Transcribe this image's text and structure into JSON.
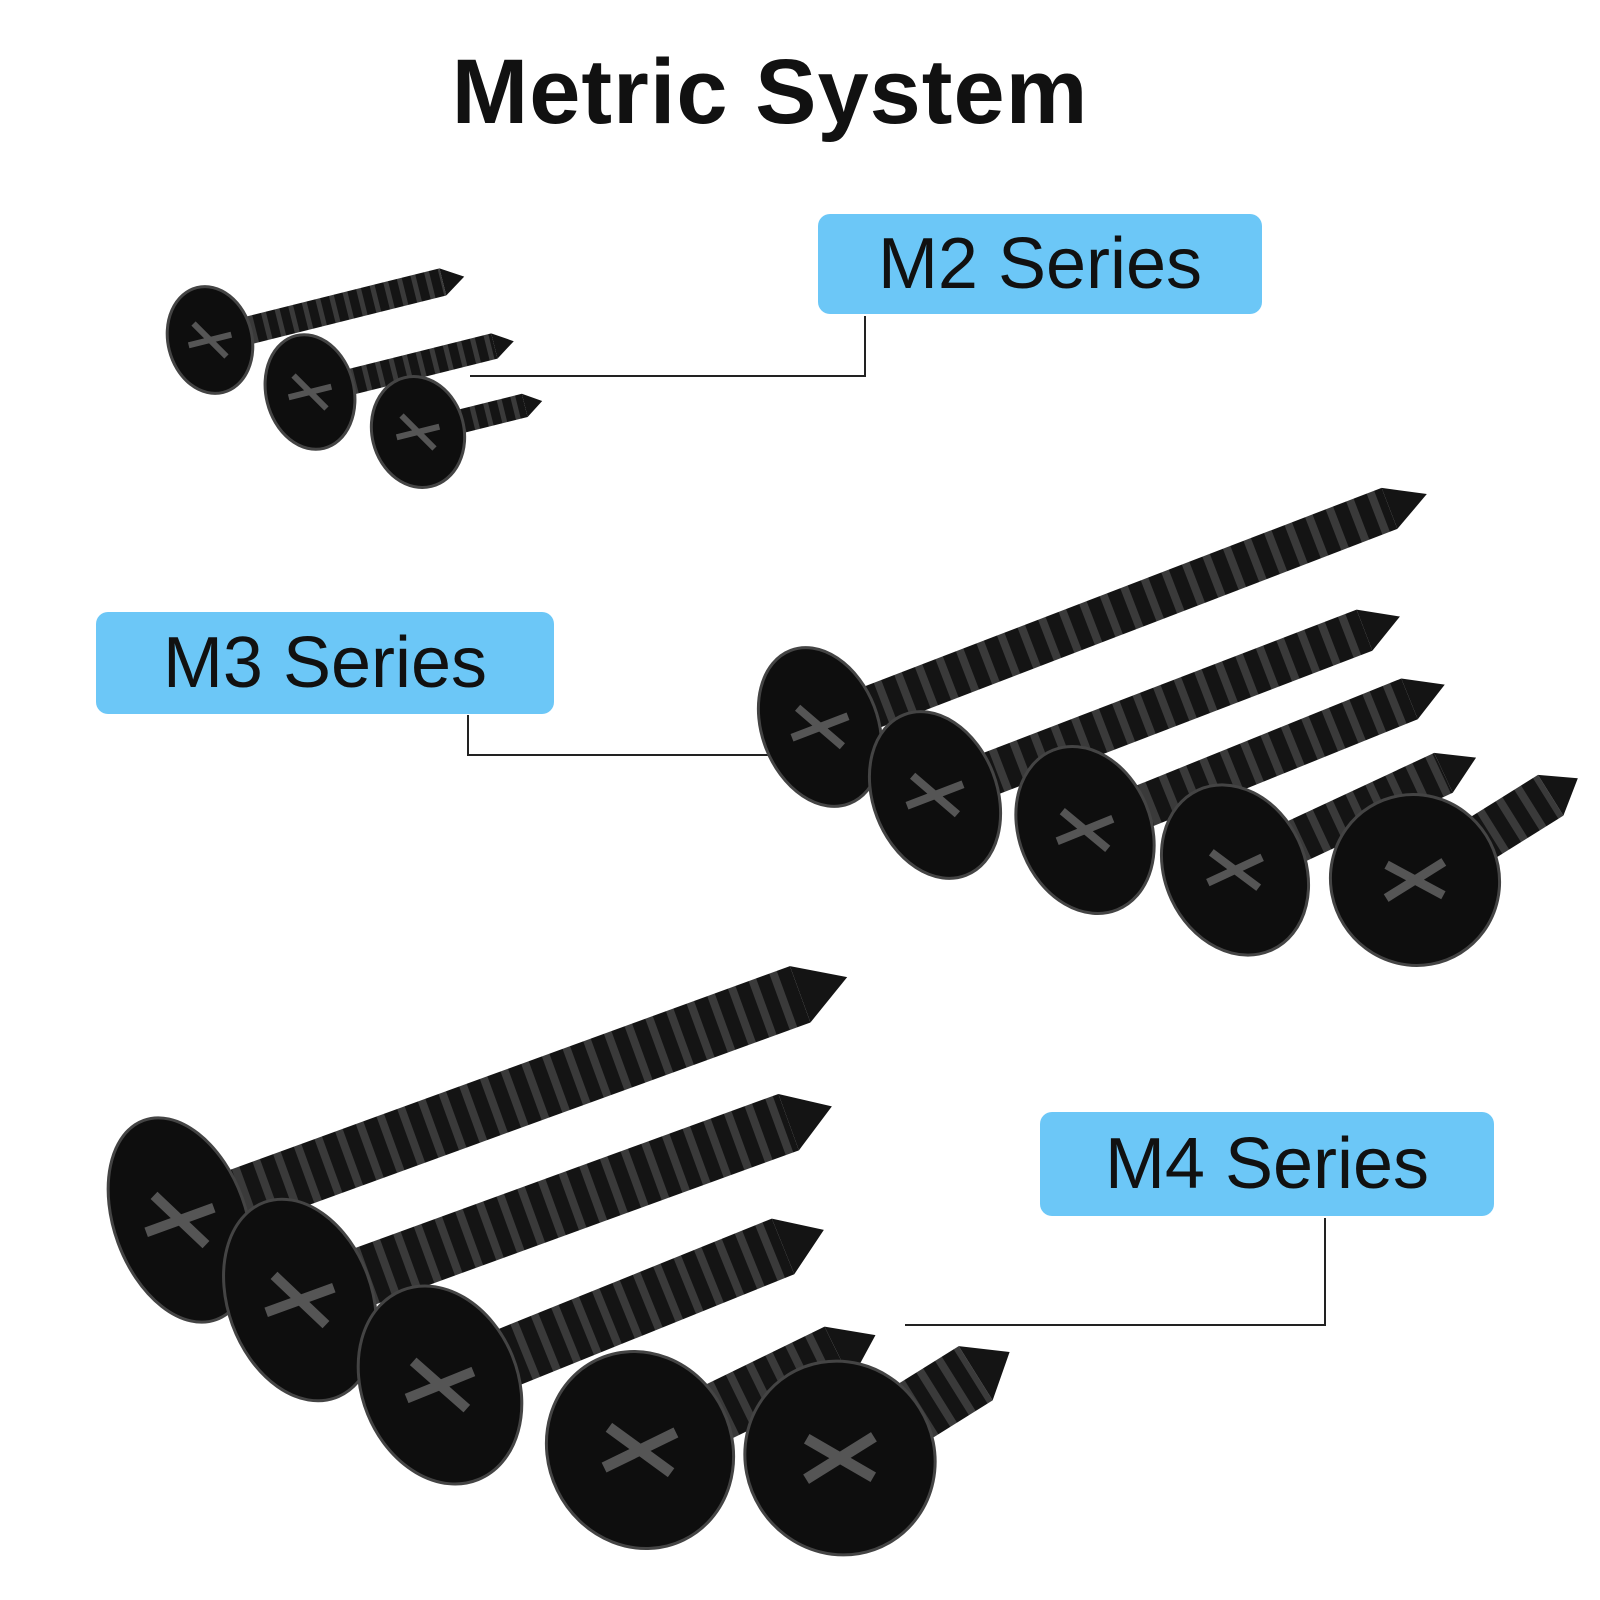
{
  "title": "Metric System",
  "labels": {
    "m2": "M2 Series",
    "m3": "M3 Series",
    "m4": "M4 Series"
  },
  "colors": {
    "label_bg": "#6cc7f7",
    "screw": "#111111",
    "text": "#111111",
    "leader_line": "#222222"
  },
  "groups": [
    {
      "series": "M2",
      "screw_count": 3
    },
    {
      "series": "M3",
      "screw_count": 5
    },
    {
      "series": "M4",
      "screw_count": 5
    }
  ]
}
